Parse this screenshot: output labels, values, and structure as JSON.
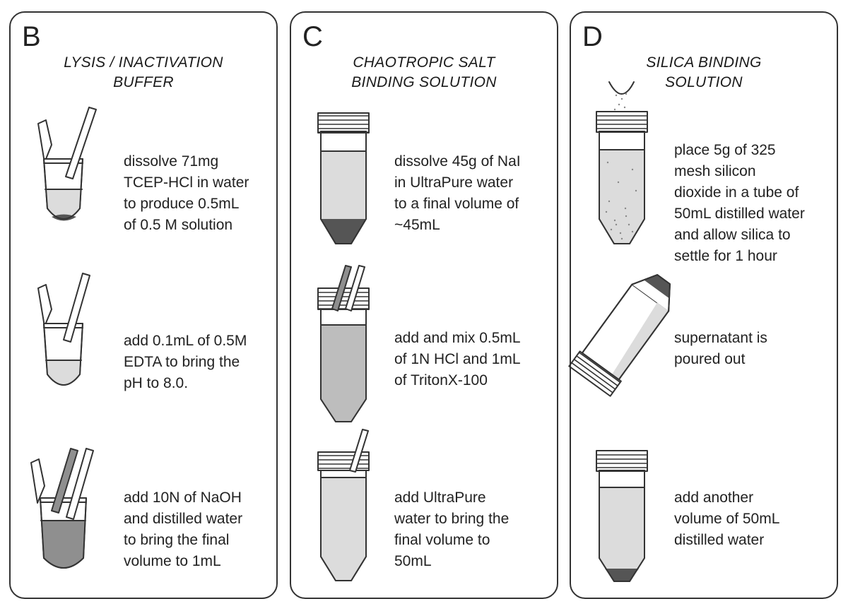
{
  "panels": [
    {
      "letter": "B",
      "title": [
        "LYSIS / INACTIVATION",
        "BUFFER"
      ],
      "steps": [
        {
          "lines": [
            "dissolve 71mg",
            "TCEP-HCl  in water",
            "to produce 0.5mL",
            "of 0.5 M solution"
          ]
        },
        {
          "lines": [
            "add 0.1mL of 0.5M",
            "EDTA to bring the",
            "pH to 8.0."
          ]
        },
        {
          "lines": [
            "add 10N of NaOH",
            "and distilled water",
            "to bring the final",
            "volume to 1mL"
          ]
        }
      ]
    },
    {
      "letter": "C",
      "title": [
        "CHAOTROPIC SALT",
        "BINDING SOLUTION"
      ],
      "steps": [
        {
          "lines": [
            "dissolve 45g of NaI",
            "in UltraPure water",
            "to a final volume of",
            "~45mL"
          ]
        },
        {
          "lines": [
            "add and mix 0.5mL",
            "of 1N HCl and 1mL",
            "of TritonX-100"
          ]
        },
        {
          "lines": [
            "add UltraPure",
            "water to bring the",
            "final volume to",
            "50mL"
          ]
        }
      ]
    },
    {
      "letter": "D",
      "title": [
        "SILICA BINDING",
        "SOLUTION"
      ],
      "steps": [
        {
          "lines": [
            "place 5g of 325",
            "mesh silicon",
            "dioxide in a tube of",
            "50mL distilled water",
            "and allow silica to",
            "settle for 1 hour"
          ]
        },
        {
          "lines": [
            "supernatant is",
            "poured out"
          ]
        },
        {
          "lines": [
            "add another",
            "volume of 50mL",
            "distilled water"
          ]
        }
      ]
    }
  ],
  "colors": {
    "outline": "#333333",
    "light_liquid": "#dcdcdc",
    "medium_liquid": "#bdbdbd",
    "dark_liquid": "#8f8f8f",
    "pellet": "#555555"
  }
}
